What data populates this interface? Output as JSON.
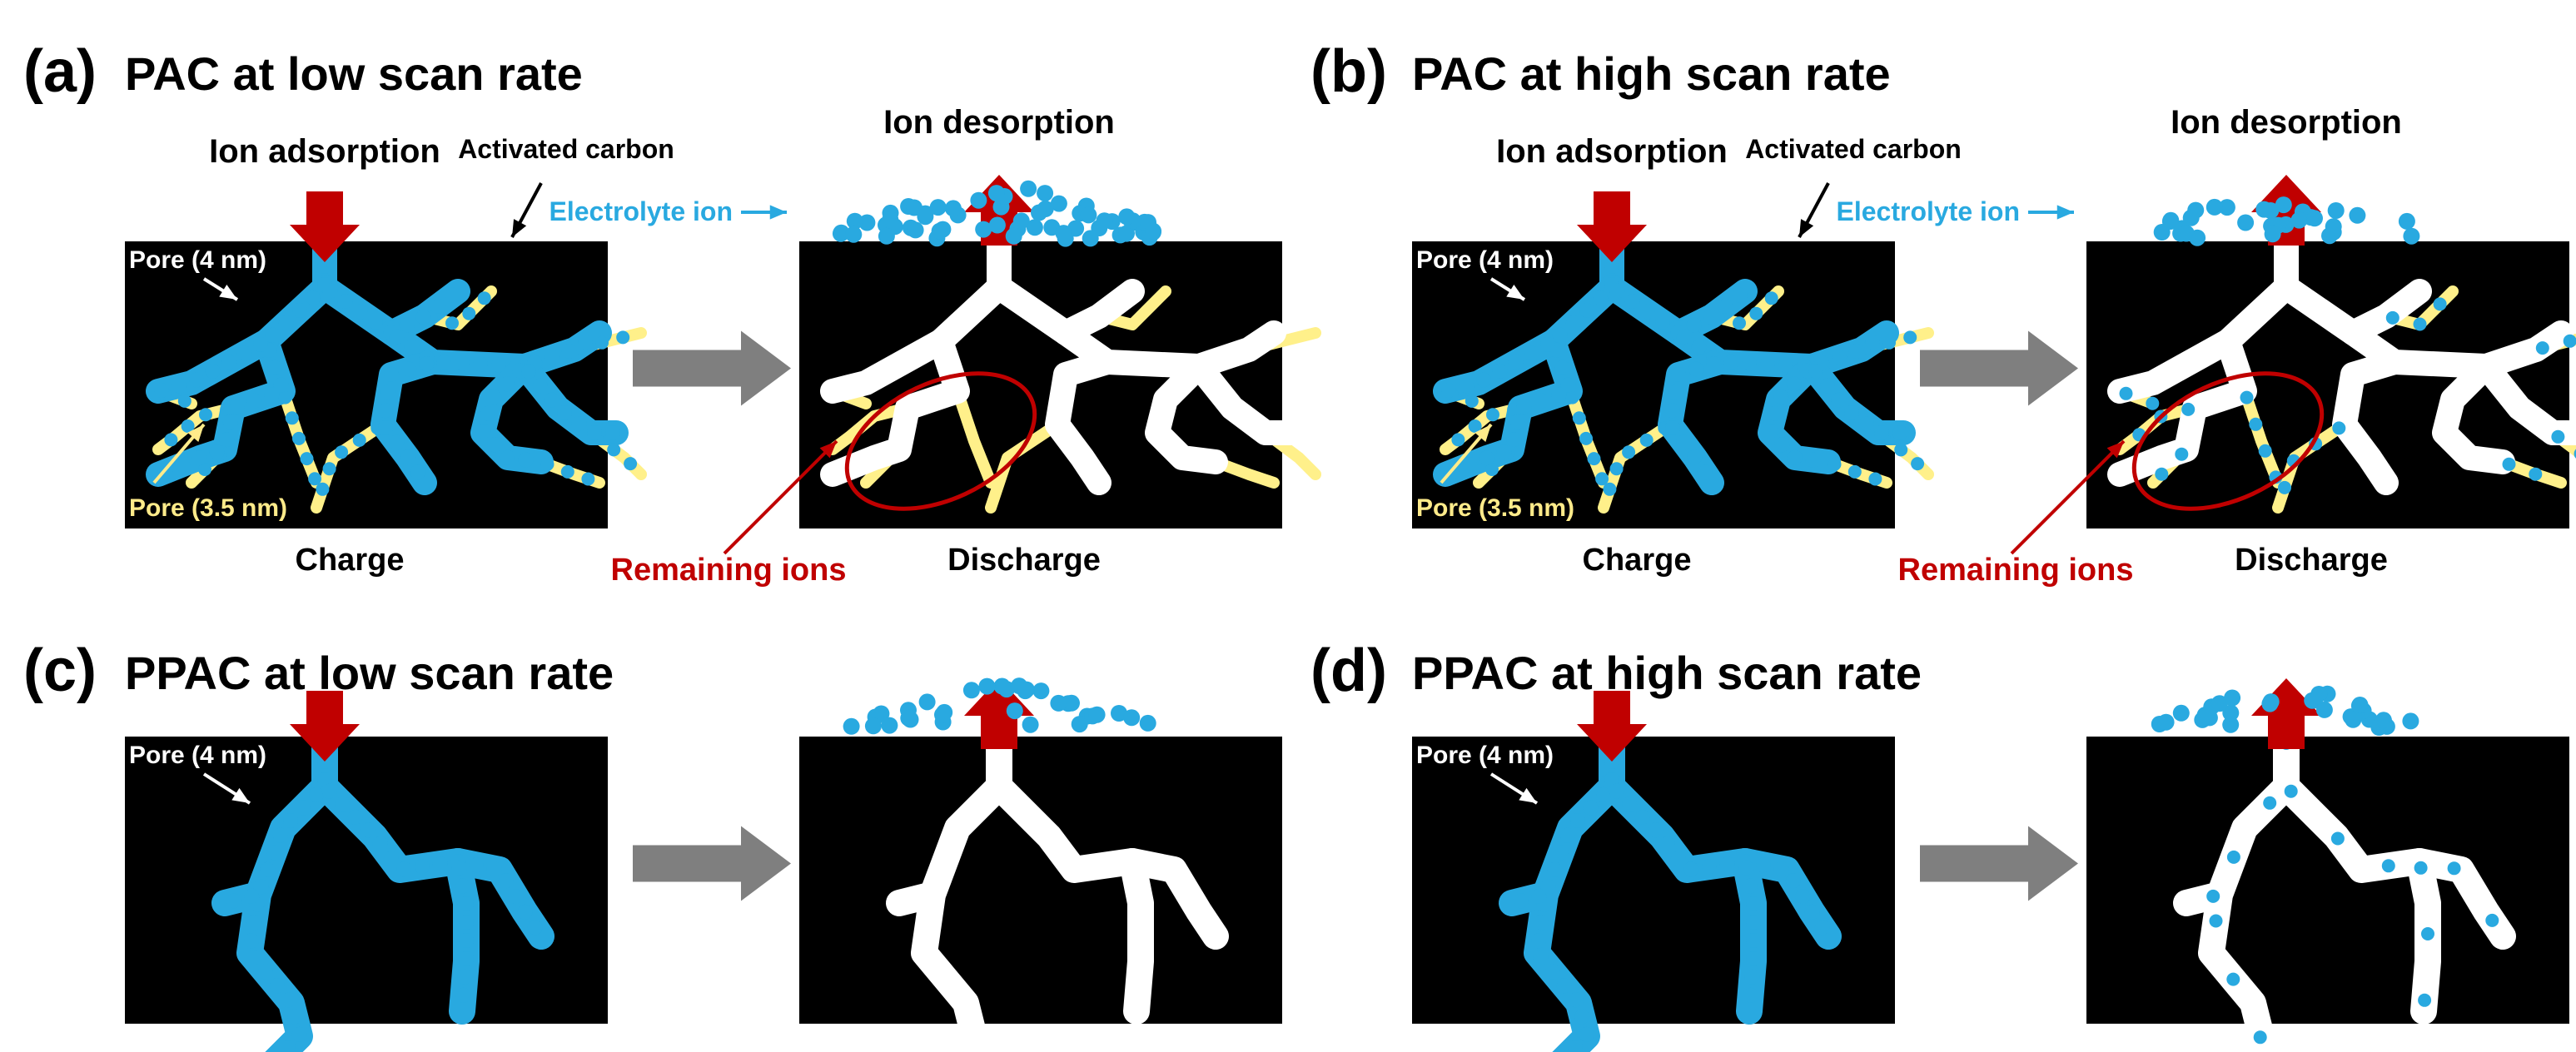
{
  "colors": {
    "ion": "#29a9e0",
    "pore_small": "#fff08a",
    "pore_large": "#ffffff",
    "arrow_red": "#c00000",
    "process_arrow": "#7f7f7f",
    "remaining_red": "#c00000",
    "label_yellow": "#ffeb8a",
    "background_panel": "#000000"
  },
  "panels": [
    {
      "letter": "(a)",
      "title": "PAC at low scan rate",
      "adsorption_label": "Ion adsorption",
      "desorption_label": "Ion desorption",
      "carbon_label": "Activated carbon",
      "electrolyte_label": "Electrolyte ion",
      "pore_large_label": "Pore (4 nm)",
      "pore_small_label": "Pore (3.5 nm)",
      "charge_label": "Charge",
      "discharge_label": "Discharge",
      "remaining_label": "Remaining ions"
    },
    {
      "letter": "(b)",
      "title": "PAC at high scan rate",
      "adsorption_label": "Ion adsorption",
      "desorption_label": "Ion desorption",
      "carbon_label": "Activated carbon",
      "electrolyte_label": "Electrolyte ion",
      "pore_large_label": "Pore (4 nm)",
      "pore_small_label": "Pore (3.5 nm)",
      "charge_label": "Charge",
      "discharge_label": "Discharge",
      "remaining_label": "Remaining ions"
    },
    {
      "letter": "(c)",
      "title": "PPAC at low scan rate",
      "pore_large_label": "Pore (4 nm)"
    },
    {
      "letter": "(d)",
      "title": "PPAC at high scan rate",
      "pore_large_label": "Pore (4 nm)"
    }
  ]
}
